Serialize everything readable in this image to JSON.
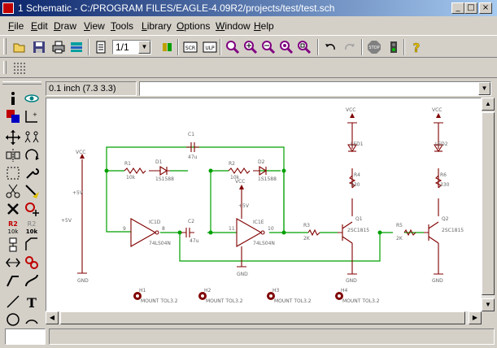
{
  "window": {
    "title": "1 Schematic - C:/PROGRAM FILES/EAGLE-4.09R2/projects/test/test.sch",
    "min_glyph": "_",
    "max_glyph": "□",
    "close_glyph": "×"
  },
  "menu": [
    {
      "accel": "F",
      "rest": "ile"
    },
    {
      "accel": "E",
      "rest": "dit"
    },
    {
      "accel": "D",
      "rest": "raw"
    },
    {
      "accel": "V",
      "rest": "iew"
    },
    {
      "accel": "T",
      "rest": "ools"
    },
    {
      "accel": "L",
      "rest": "ibrary"
    },
    {
      "accel": "O",
      "rest": "ptions"
    },
    {
      "accel": "W",
      "rest": "indow"
    },
    {
      "accel": "H",
      "rest": "elp"
    }
  ],
  "toolbar": {
    "page_value": "1/1",
    "scr_label": "SCR",
    "ulp_label": "ULP",
    "stop_label": "STOP",
    "help_glyph": "?"
  },
  "coords": {
    "text": "0.1 inch (7.3 3.3)"
  },
  "sidebar_labels": {
    "r2": "R2",
    "ten_k": "10k",
    "text_tool": "T"
  },
  "schematic": {
    "c1": "C1",
    "c1v": "47u",
    "c2": "C2",
    "c2v": "47u",
    "r1": "R1",
    "r1v": "10k",
    "r2": "R2",
    "r2v": "10k",
    "d1": "D1",
    "d1v": "1S1588",
    "d2": "D2",
    "d2v": "1S1588",
    "ic1a": "IC1D",
    "ic1av": "74LS04N",
    "ic1b": "IC1E",
    "ic1bv": "74LS04N",
    "pin9": "9",
    "pin8": "8",
    "pin11": "11",
    "pin10": "10",
    "vcc1": "VCC",
    "vcc2": "VCC",
    "vcc3": "VCC",
    "vcc4": "VCC",
    "gnd1": "GND",
    "gnd2": "GND",
    "gnd3": "GND",
    "gnd4": "GND",
    "sup_left": "+5V",
    "pwr": "+5V",
    "r3": "R3",
    "r3v": "2K",
    "r5": "R5",
    "r5v": "2K",
    "q1": "Q1",
    "q1v": "2SC1815",
    "q2": "Q2",
    "q2v": "2SC1815",
    "led1": "LED1",
    "led2": "LED2",
    "r4": "R4",
    "r4v": "330",
    "r6": "R6",
    "r6v": "330",
    "h1": "H1",
    "h2": "H2",
    "h3": "H3",
    "h4": "H4",
    "mount": "MOUNT TOL3.2"
  }
}
